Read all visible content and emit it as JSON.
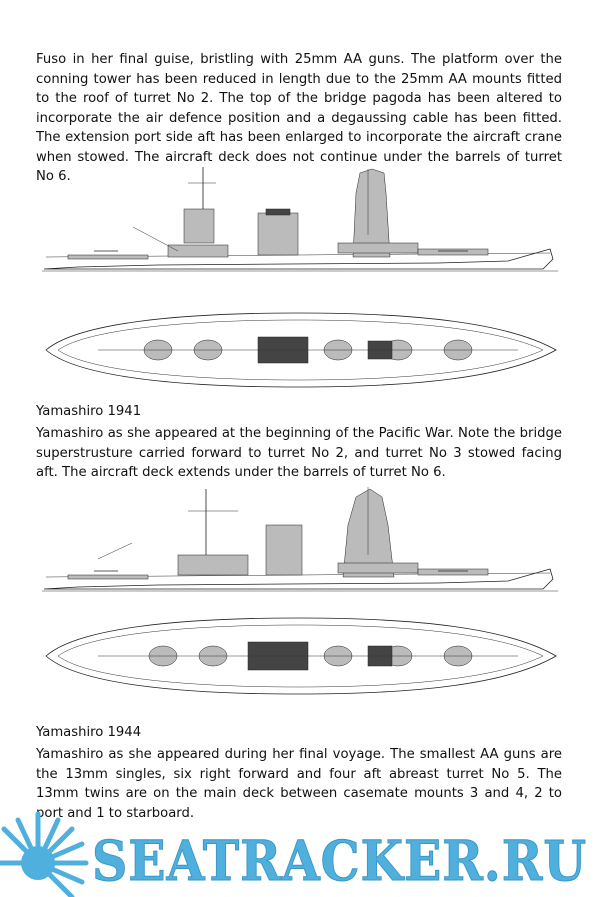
{
  "sections": [
    {
      "caption": "",
      "text": "Fuso in her final guise, bristling with 25mm AA guns. The platform over the conning tower has been reduced in length due to the 25mm AA mounts fitted to the roof of turret No 2. The top of the bridge pagoda has been altered to incorporate the air defence position and a degaussing cable has been fitted. The extension port side aft has been enlarged to incorporate the aircraft crane when stowed. The aircraft deck does not continue under the barrels of turret No 6."
    },
    {
      "caption": "Yamashiro 1941",
      "text": "Yamashiro as she appeared at the beginning of the Pacific War. Note the bridge superstrusture carried forward to turret No 2, and turret No 3 stowed facing aft. The aircraft deck extends under the barrels of turret No 6."
    },
    {
      "caption": "Yamashiro 1944",
      "text": "Yamashiro as she appeared during her final voyage. The smallest AA guns are the 13mm singles, six right forward and four aft abreast turret No 5. The 13mm twins are on the main deck between casemate mounts 3 and 4, 2 to port and 1 to starboard."
    }
  ],
  "watermark": {
    "text": "SEATRACKER.RU",
    "color": "#4fb0de",
    "icon": "sun-burst-icon"
  }
}
